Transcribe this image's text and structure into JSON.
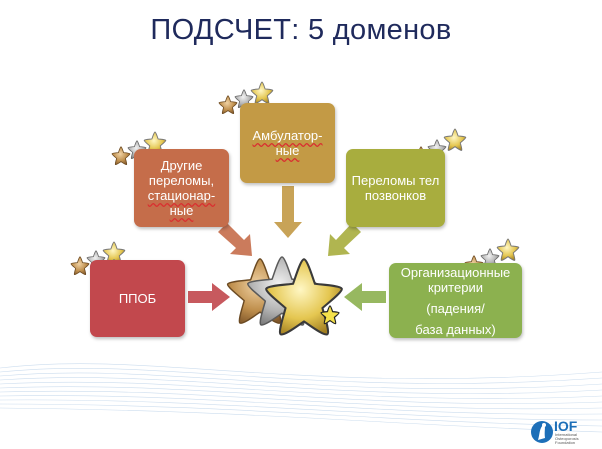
{
  "title": "ПОДСЧЕТ: 5 доменов",
  "boxes": {
    "ppob": "ППОБ",
    "other": [
      "Другие",
      "переломы,",
      "стационар-",
      "ные"
    ],
    "amb": [
      "Амбулатор-",
      "ные"
    ],
    "vert": [
      "Переломы тел",
      "позвонков"
    ],
    "org": [
      "Организационные",
      "критерии",
      "(падения/",
      "база данных)"
    ]
  },
  "logo": {
    "name": "IOF",
    "subtitle": [
      "International",
      "Osteoporosis",
      "Foundation"
    ]
  },
  "colors": {
    "title": "#1f2a5c",
    "ppob": "#c2484d",
    "other": "#c56d4a",
    "amb": "#c39a45",
    "vert": "#a8ad3e",
    "org": "#8cb14f",
    "star_bronze": "#b8884a",
    "star_silver": "#a9a9a9",
    "star_gold": "#e2c54a"
  }
}
